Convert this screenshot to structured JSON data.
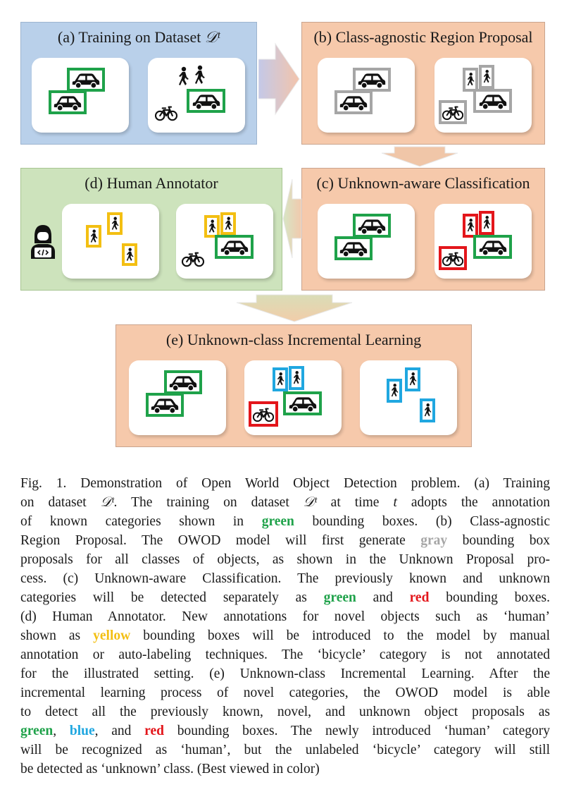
{
  "panels": {
    "a": {
      "title": "(a) Training on Dataset ",
      "title_math": "𝒟ᵗ"
    },
    "b": {
      "title": "(b) Class-agnostic Region Proposal"
    },
    "c": {
      "title": "(c) Unknown-aware Classification"
    },
    "d": {
      "title": "(d) Human Annotator"
    },
    "e": {
      "title": "(e) Unknown-class Incremental Learning"
    }
  },
  "colors": {
    "known": "#1fa24a",
    "proposal": "#a6a6a6",
    "unknown": "#e3161b",
    "annotated": "#f3bf12",
    "novel": "#20a7e0",
    "panel_blue": "#b9d0ea",
    "panel_orange": "#f6c9ab",
    "panel_green": "#cde3bc"
  },
  "icons": [
    "car-icon",
    "pedestrian-icon",
    "bicycle-icon",
    "annotator-icon"
  ],
  "caption": {
    "l1": "Fig. 1.  Demonstration of Open World Object Detection problem. (a) Training",
    "l2a": "on dataset ",
    "l2m": "𝒟ᵗ",
    "l2b": ". The training on dataset ",
    "l2m2": "𝒟ᵗ",
    "l2c": " at time ",
    "l2t": "t",
    "l2d": " adopts the annotation",
    "l3a": "of known categories shown in ",
    "l3k": "green",
    "l3b": " bounding boxes. (b) Class-agnostic",
    "l4a": "Region Proposal. The OWOD model will first generate ",
    "l4k": "gray",
    "l4b": " bounding box",
    "l5": "proposals for all classes of objects, as shown in the Unknown Proposal pro-",
    "l6": "cess. (c) Unknown-aware Classification. The previously known and unknown",
    "l7a": "categories will be detected separately as ",
    "l7k1": "green",
    "l7b": " and ",
    "l7k2": "red",
    "l7c": " bounding boxes.",
    "l8": "(d) Human Annotator. New annotations for novel objects such as ‘human’",
    "l9a": "shown as ",
    "l9k": "yellow",
    "l9b": " bounding boxes will be introduced to the model by manual",
    "l10": "annotation or auto-labeling techniques. The ‘bicycle’ category is not annotated",
    "l11": "for the illustrated setting. (e) Unknown-class Incremental Learning. After the",
    "l12": "incremental learning process of novel categories, the OWOD model is able",
    "l13": "to detect all the previously known, novel, and unknown object proposals as",
    "l14k1": "green",
    "l14a": ", ",
    "l14k2": "blue",
    "l14b": ", and ",
    "l14k3": "red",
    "l14c": " bounding boxes. The newly introduced ‘human’ category",
    "l15": "will be recognized as ‘human’, but the unlabeled ‘bicycle’ category will still",
    "l16": "be detected as ‘unknown’ class. (Best viewed in color)"
  }
}
